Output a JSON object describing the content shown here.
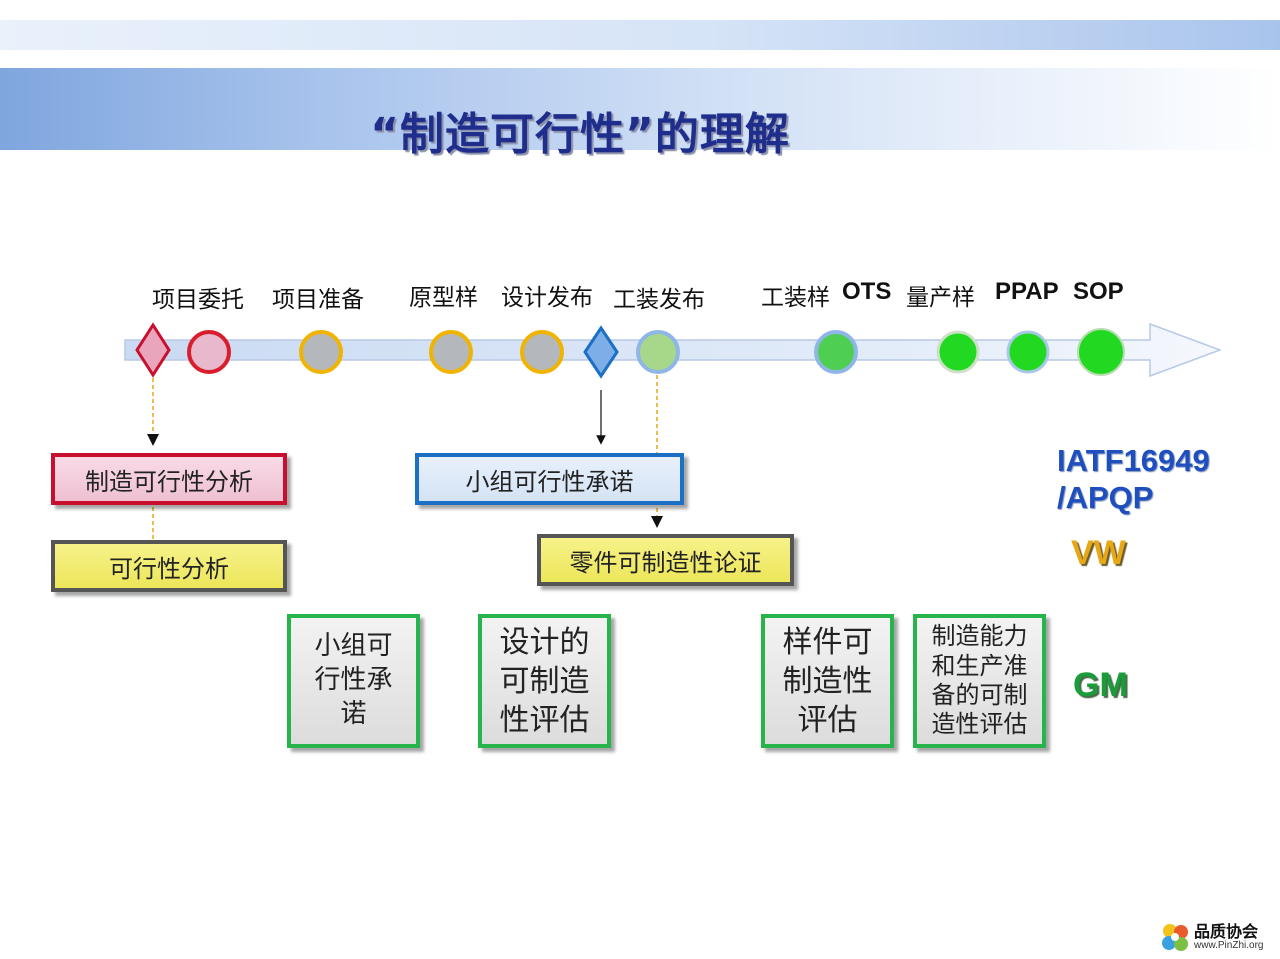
{
  "title": "“制造可行性”的理解",
  "timeline": {
    "labels": {
      "xmwt": "项目委托",
      "xmzb": "项目准备",
      "yxy": "原型样",
      "sjfb": "设计发布",
      "gzfb": "工装发布",
      "gzy": "工装样",
      "ots": "OTS",
      "lcy": "量产样",
      "ppap": "PPAP",
      "sop": "SOP"
    }
  },
  "boxes": {
    "red": "制造可行性分析",
    "blue": "小组可行性承诺",
    "yellow1": "可行性分析",
    "yellow2": "零件可制造性论证",
    "g1": [
      "小组可",
      "行性承",
      "诺"
    ],
    "g2": [
      "设计的",
      "可制造",
      "性评估"
    ],
    "g3": [
      "样件可",
      "制造性",
      "评估"
    ],
    "g4": [
      "制造能力",
      "和生产准",
      "备的可制",
      "造性评估"
    ]
  },
  "standards": {
    "iatf1": "IATF16949",
    "iatf2": "/APQP",
    "vw": "VW",
    "gm": "GM"
  },
  "colors": {
    "title": "#1f2e8c",
    "iatf": "#1f4fbf",
    "vw": "#e6a817",
    "gm": "#1a9c3a"
  },
  "logo": {
    "name": "品质协会",
    "url": "www.PinZhi.org"
  }
}
